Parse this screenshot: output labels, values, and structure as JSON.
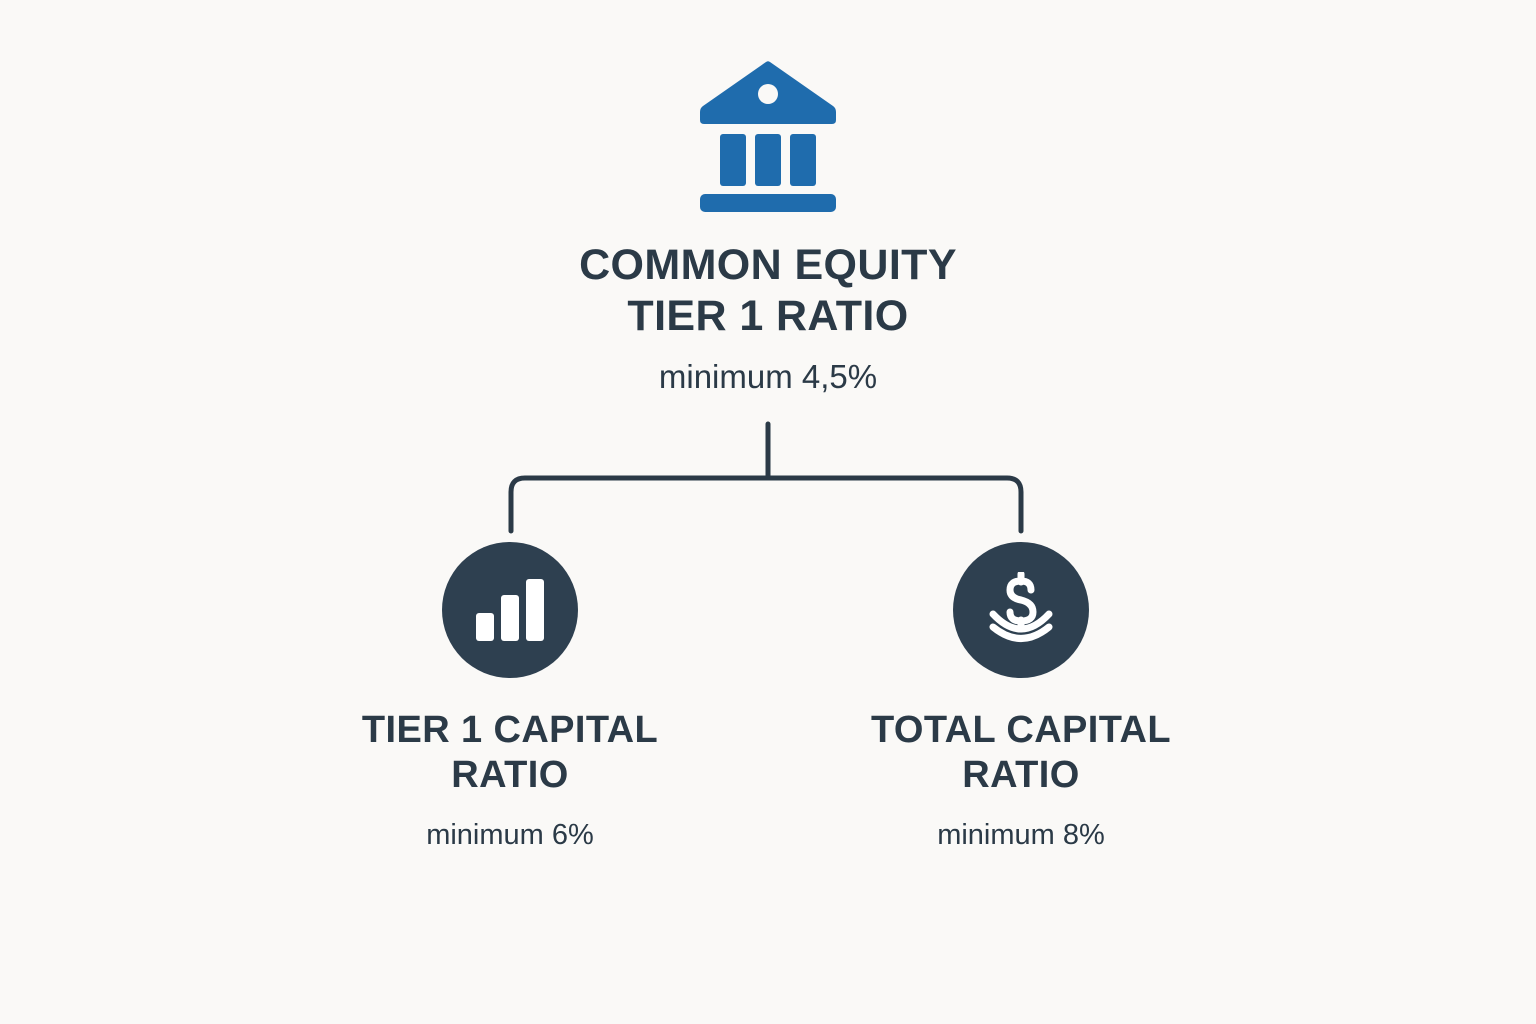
{
  "page": {
    "background_color": "#faf9f7",
    "text_color": "#2b3a47",
    "accent_blue": "#1f6cad",
    "node_circle_color": "#2e4050",
    "connector_color": "#2b3a47"
  },
  "root": {
    "icon": "bank-building-icon",
    "title_line1": "COMMON EQUITY",
    "title_line2": "TIER 1 RATIO",
    "subtitle": "minimum 4,5%"
  },
  "children": [
    {
      "icon": "bar-chart-icon",
      "title_line1": "TIER 1 CAPITAL",
      "title_line2": "RATIO",
      "subtitle": "minimum 6%"
    },
    {
      "icon": "dollar-coins-icon",
      "title_line1": "TOTAL CAPITAL",
      "title_line2": "RATIO",
      "subtitle": "minimum 8%"
    }
  ]
}
